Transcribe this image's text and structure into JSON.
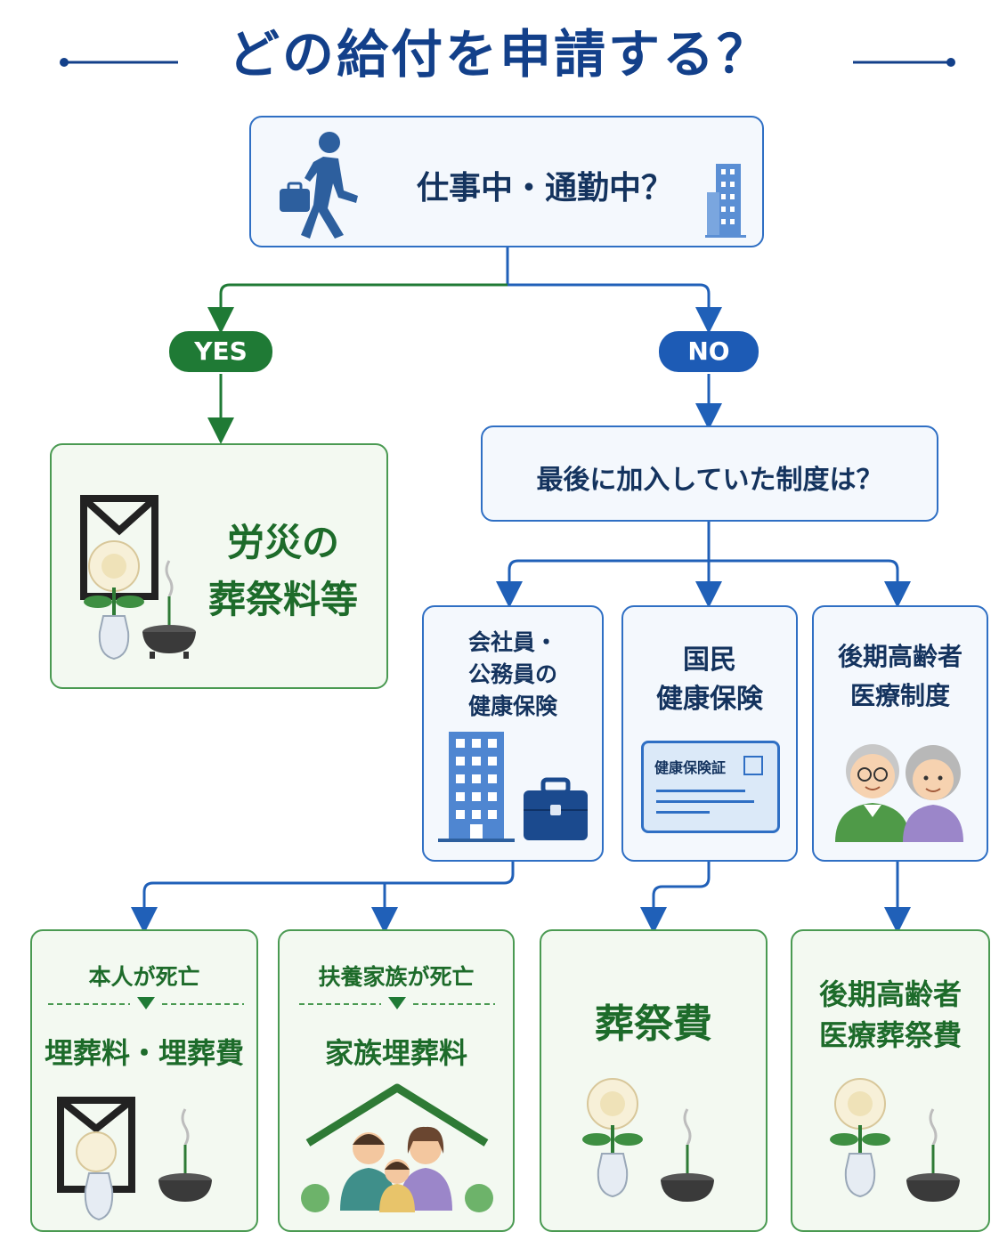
{
  "title": "どの給付を申請する？",
  "start": {
    "question": "仕事中・通勤中？"
  },
  "yes": {
    "label": "YES",
    "result_line1": "労災の",
    "result_line2": "葬祭料等"
  },
  "no": {
    "label": "NO",
    "question": "最後に加入していた制度は？",
    "plans": [
      {
        "line1": "会社員・",
        "line2": "公務員の",
        "line3": "健康保険"
      },
      {
        "line1": "国民",
        "line2": "健康保険",
        "card_label": "健康保険証"
      },
      {
        "line1": "後期高齢者",
        "line2": "医療制度"
      }
    ]
  },
  "results": [
    {
      "condition": "本人が死亡",
      "benefit": "埋葬料・埋葬費"
    },
    {
      "condition": "扶養家族が死亡",
      "benefit": "家族埋葬料"
    },
    {
      "benefit": "葬祭費"
    },
    {
      "line1": "後期高齢者",
      "line2": "医療葬祭費"
    }
  ],
  "colors": {
    "navy": "#13408a",
    "blue": "#2060b8",
    "green": "#1f7a35",
    "green_border": "#4a9a52"
  },
  "icons": [
    "walking-businessman-icon",
    "building-icon",
    "memorial-portrait-icon",
    "chrysanthemum-vase-icon",
    "incense-burner-icon",
    "briefcase-icon",
    "insurance-card-icon",
    "elderly-couple-icon",
    "family-house-icon"
  ]
}
